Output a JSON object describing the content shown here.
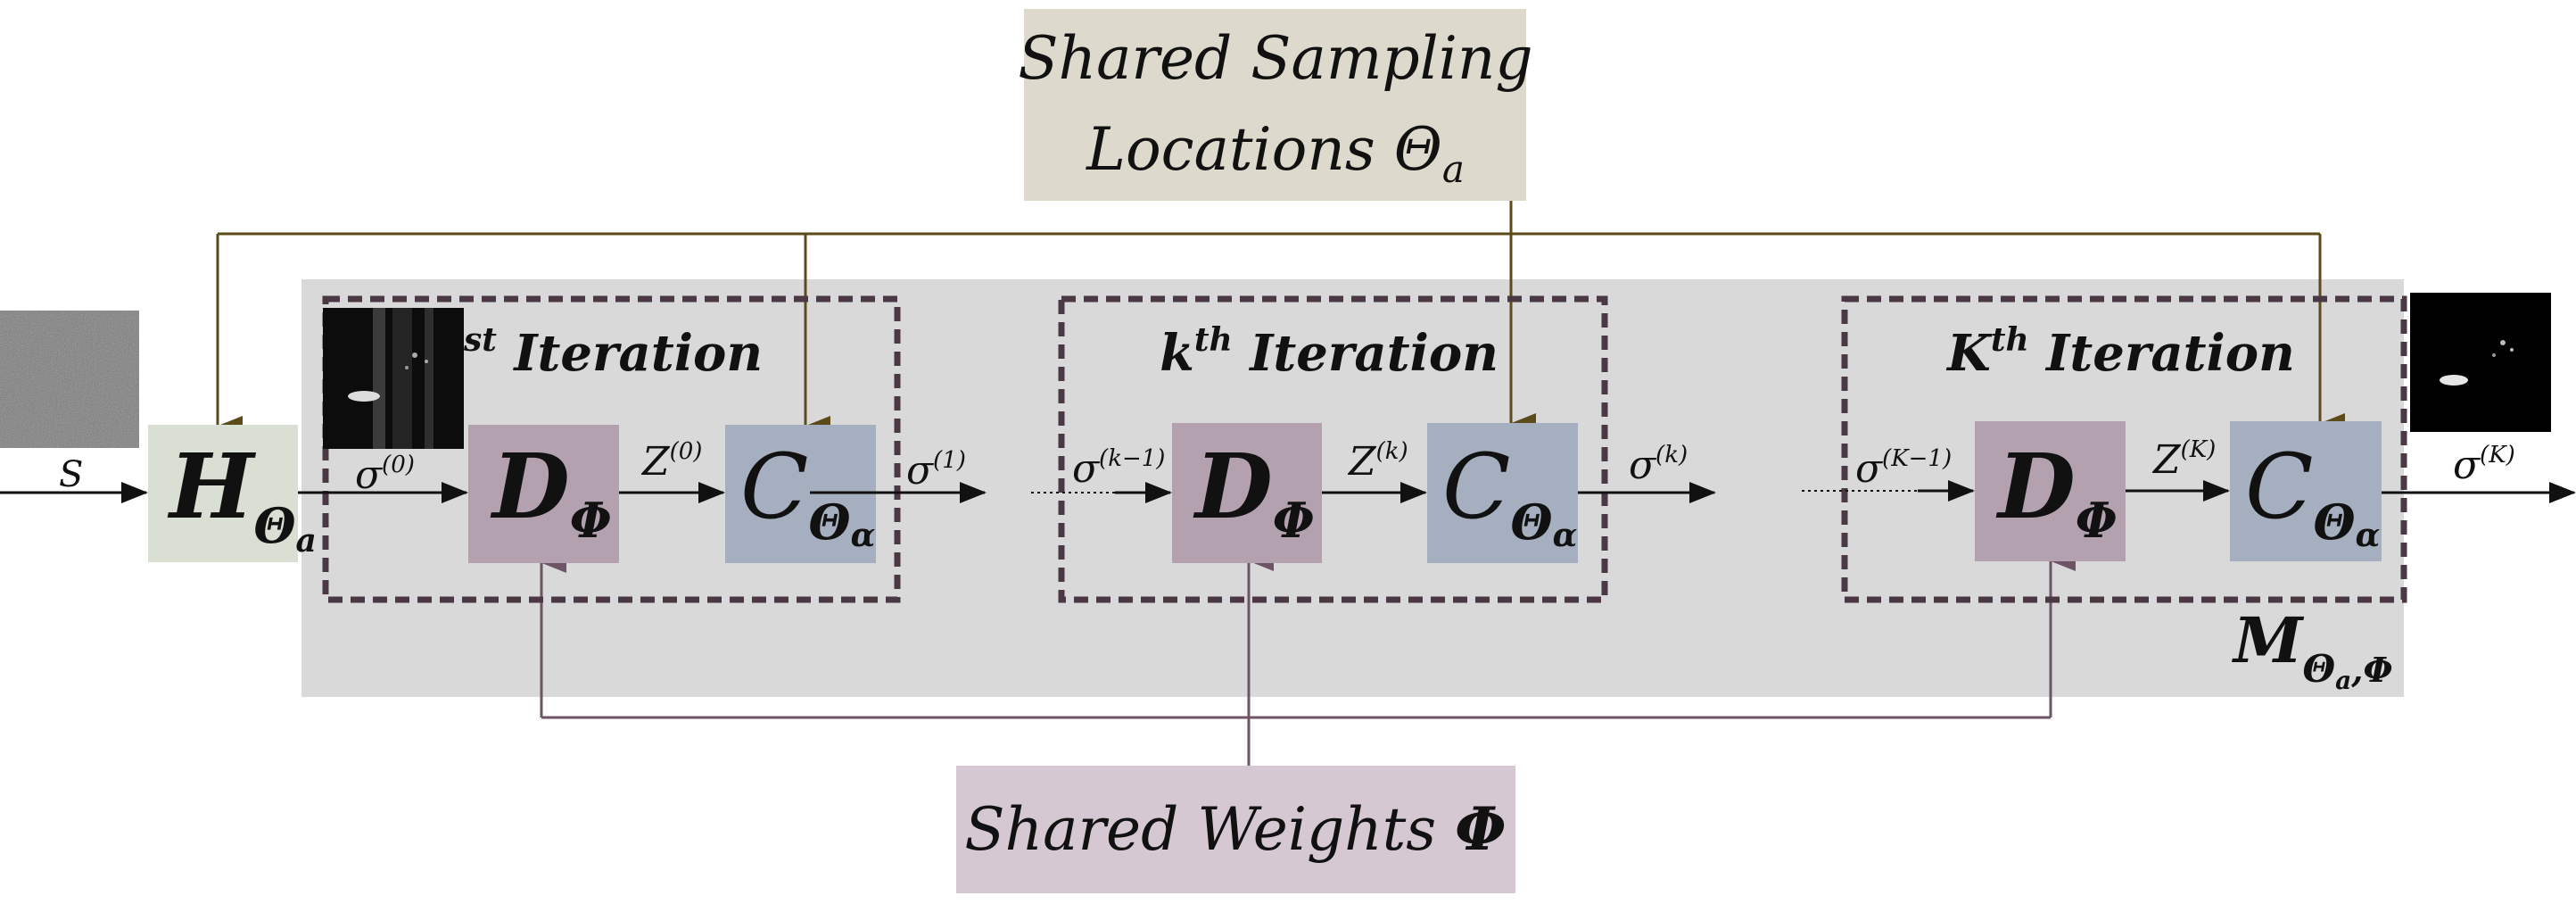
{
  "colors": {
    "box_h": "#d9e0d3",
    "box_d": "#b3a1b0",
    "box_c": "#a5afbf",
    "panel": "#d9d9d9",
    "sampling_box": "#ddd9cc",
    "weights_box": "#d5c8d2",
    "line_sampling": "#5b4a1a",
    "line_weights": "#6d5565",
    "iteration_border": "#4a3845"
  },
  "top_label": {
    "line1": "Shared Sampling",
    "line2_text": "Locations ",
    "line2_symbol": "Θ",
    "line2_sub": "a"
  },
  "bottom_label": {
    "text": "Shared Weights ",
    "symbol": "Φ"
  },
  "input": {
    "label": "S"
  },
  "h_block": {
    "letter": "H",
    "sub_symbol": "Θ",
    "sub_sub": "a"
  },
  "model": {
    "letter": "M",
    "sub_symbol": "Θ",
    "sub_sub": "a",
    "sub_extra": ",Φ"
  },
  "iterations": [
    {
      "title_base": "1",
      "title_sup": "st",
      "title_rest": " Iteration",
      "in_sigma": "σ",
      "in_sup": "(0)",
      "z": "Z",
      "z_sup": "(0)",
      "out_sigma": "σ",
      "out_sup": "(1)",
      "d_letter": "D",
      "d_sub": "Φ",
      "c_letter": "C",
      "c_sub": "Θ",
      "c_sub_sub": "α"
    },
    {
      "title_base": "k",
      "title_sup": "th",
      "title_rest": " Iteration",
      "in_sigma": "σ",
      "in_sup": "(k−1)",
      "z": "Z",
      "z_sup": "(k)",
      "out_sigma": "σ",
      "out_sup": "(k)",
      "d_letter": "D",
      "d_sub": "Φ",
      "c_letter": "C",
      "c_sub": "Θ",
      "c_sub_sub": "α"
    },
    {
      "title_base": "K",
      "title_sup": "th",
      "title_rest": " Iteration",
      "in_sigma": "σ",
      "in_sup": "(K−1)",
      "z": "Z",
      "z_sup": "(K)",
      "out_sigma": "σ",
      "out_sup": "(K)",
      "d_letter": "D",
      "d_sub": "Φ",
      "c_letter": "C",
      "c_sub": "Θ",
      "c_sub_sub": "α"
    }
  ]
}
